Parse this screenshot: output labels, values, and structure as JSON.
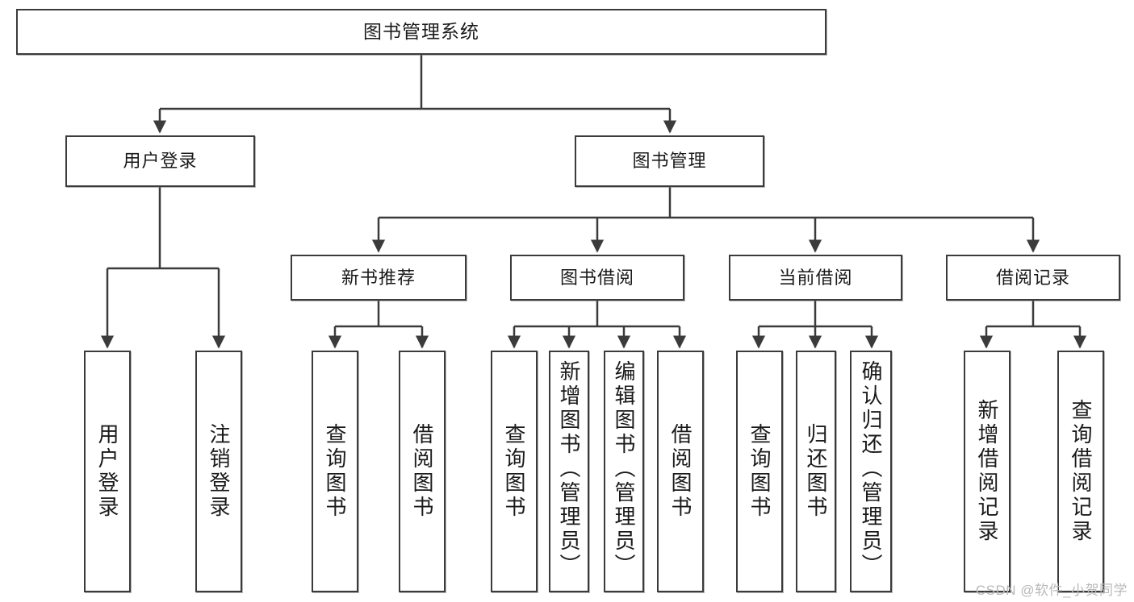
{
  "diagram": {
    "title": "图书管理系统",
    "type": "tree-hierarchy",
    "root": {
      "id": "root",
      "label": "图书管理系统"
    },
    "level2": [
      {
        "id": "user-login",
        "label": "用户登录"
      },
      {
        "id": "book-management",
        "label": "图书管理"
      }
    ],
    "level3": [
      {
        "id": "new-book-recommend",
        "label": "新书推荐"
      },
      {
        "id": "book-borrow",
        "label": "图书借阅"
      },
      {
        "id": "current-borrow",
        "label": "当前借阅"
      },
      {
        "id": "borrow-record",
        "label": "借阅记录"
      }
    ],
    "leaves": {
      "user_login": [
        {
          "id": "leaf-user-login",
          "label": "用户登录"
        },
        {
          "id": "leaf-logout-login",
          "label": "注销登录"
        }
      ],
      "new_book_recommend": [
        {
          "id": "leaf-query-book-1",
          "label": "查询图书"
        },
        {
          "id": "leaf-borrow-book-1",
          "label": "借阅图书"
        }
      ],
      "book_borrow": [
        {
          "id": "leaf-query-book-2",
          "label": "查询图书"
        },
        {
          "id": "leaf-add-book",
          "label": "新增图书（管理员）"
        },
        {
          "id": "leaf-edit-book",
          "label": "编辑图书（管理员）"
        },
        {
          "id": "leaf-borrow-book-2",
          "label": "借阅图书"
        }
      ],
      "current_borrow": [
        {
          "id": "leaf-query-book-3",
          "label": "查询图书"
        },
        {
          "id": "leaf-return-book",
          "label": "归还图书"
        },
        {
          "id": "leaf-confirm-return",
          "label": "确认归还（管理员）"
        }
      ],
      "borrow_record": [
        {
          "id": "leaf-add-record",
          "label": "新增借阅记录"
        },
        {
          "id": "leaf-query-record",
          "label": "查询借阅记录"
        }
      ]
    }
  },
  "watermark": {
    "text": "CSDN @软件_小贺同学"
  },
  "colors": {
    "box_border": "#3b3b3b",
    "box_fill": "#ffffff",
    "text": "#1a1a1a",
    "connector": "#3b3b3b",
    "watermark": "#b9b9b9",
    "background": "#ffffff"
  }
}
